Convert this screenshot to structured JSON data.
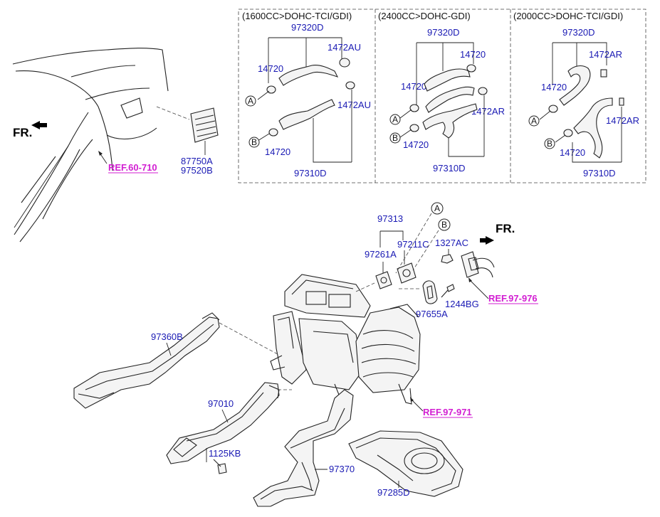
{
  "orientation": {
    "fr_label_left": "FR.",
    "fr_label_right": "FR."
  },
  "variants": [
    {
      "header": "(1600CC>DOHC-TCI/GDI)",
      "top_hose": "97320D",
      "bottom_hose": "97310D",
      "clamp_a": "14720",
      "clamp_b": "14720",
      "cap_top": "1472AU",
      "cap_bottom": "1472AU"
    },
    {
      "header": "(2400CC>DOHC-GDI)",
      "top_hose": "97320D",
      "bottom_hose": "97310D",
      "clamp_a": "14720",
      "clamp_b": "14720",
      "cap_top": "14720",
      "cap_bottom": "1472AR"
    },
    {
      "header": "(2000CC>DOHC-TCI/GDI)",
      "top_hose": "97320D",
      "bottom_hose": "97310D",
      "clamp_a": "14720",
      "clamp_b": "14720",
      "cap_top": "1472AR",
      "cap_bottom": "1472AR"
    }
  ],
  "callouts": {
    "a": "A",
    "b": "B"
  },
  "parts": {
    "grille_1": "87750A",
    "grille_2": "97520B",
    "gasket_group": "97313",
    "gasket_1": "97261A",
    "gasket_2": "97211C",
    "nut": "1327AC",
    "bolt": "1244BG",
    "seal": "97655A",
    "rear_duct": "97360B",
    "floor_duct": "97010",
    "screw": "1125KB",
    "center_duct": "97370",
    "cover": "97285D"
  },
  "references": {
    "body": "REF.60-710",
    "heater_core": "REF.97-976",
    "blower": "REF.97-971"
  },
  "colors": {
    "label": "#1a1ab4",
    "reference": "#d21ed2",
    "line": "#222222"
  }
}
